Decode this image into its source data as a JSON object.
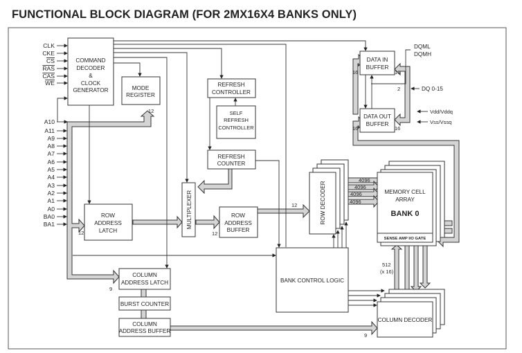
{
  "title": "FUNCTIONAL BLOCK DIAGRAM (FOR 2MX16X4 BANKS ONLY)",
  "control_pins": [
    "CLK",
    "CKE",
    "CS",
    "RAS",
    "CAS",
    "WE"
  ],
  "overlined_pins": [
    "CS",
    "RAS",
    "CAS",
    "WE"
  ],
  "address_pins": [
    "A10",
    "A11",
    "A9",
    "A8",
    "A7",
    "A6",
    "A5",
    "A4",
    "A3",
    "A2",
    "A1",
    "A0",
    "BA0",
    "BA1"
  ],
  "blocks": {
    "command_decoder": [
      "COMMAND",
      "DECODER",
      "&",
      "CLOCK",
      "GENERATOR"
    ],
    "mode_register": [
      "MODE",
      "REGISTER"
    ],
    "refresh_controller": [
      "REFRESH",
      "CONTROLLER"
    ],
    "self_refresh_controller": [
      "SELF",
      "REFRESH",
      "CONTROLLER"
    ],
    "refresh_counter": [
      "REFRESH",
      "COUNTER"
    ],
    "multiplexer": "MULTIPLEXER",
    "row_address_latch": [
      "ROW",
      "ADDRESS",
      "LATCH"
    ],
    "row_address_buffer": [
      "ROW",
      "ADDRESS",
      "BUFFER"
    ],
    "row_decoder": "ROW DECODER",
    "memory_cell_array": [
      "MEMORY CELL",
      "ARRAY"
    ],
    "bank": "BANK 0",
    "sense_amp": "SENSE AMP I/O GATE",
    "bank_control_logic": "BANK CONTROL LOGIC",
    "column_address_latch": [
      "COLUMN",
      "ADDRESS LATCH"
    ],
    "burst_counter": "BURST COUNTER",
    "column_address_buffer": [
      "COLUMN",
      "ADDRESS BUFFER"
    ],
    "column_decoder": "COLUMN DECODER",
    "data_in_buffer": [
      "DATA IN",
      "BUFFER"
    ],
    "data_out_buffer": [
      "DATA OUT",
      "BUFFER"
    ]
  },
  "bus_labels": {
    "mode_reg_width": "12",
    "row_latch_width": "12",
    "row_buffer_in_width": "12",
    "row_decoder_in_width": "12",
    "row_lines": [
      "4096",
      "4096",
      "4096",
      "4096"
    ],
    "col_latch_width": "9",
    "col_decoder_width": "9",
    "sense_col_width": [
      "512",
      "(x 16)"
    ],
    "data_in_left": "16",
    "data_in_right": "16",
    "data_out_left": "16",
    "data_out_right": "16",
    "dqm_width": "2"
  },
  "external_signals": {
    "dqml": "DQML",
    "dqmh": "DQMH",
    "dq": "DQ 0-15",
    "vdd": "Vdd/Vddq",
    "vss": "Vss/Vssq"
  }
}
